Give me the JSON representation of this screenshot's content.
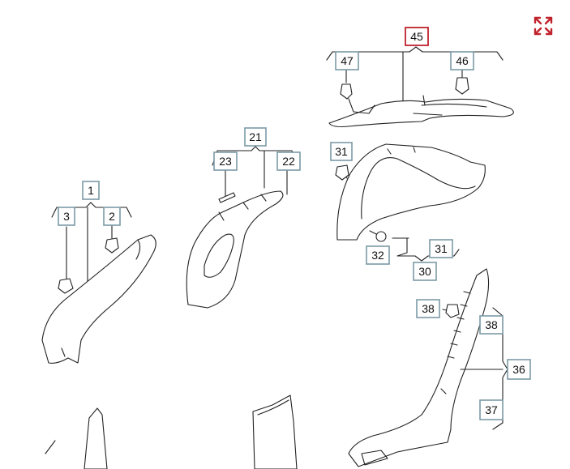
{
  "colors": {
    "label_border": "#7b9aa6",
    "label_border_selected": "#c0222c",
    "expand_icon": "#c0222c"
  },
  "labels": {
    "l45": "45",
    "l47": "47",
    "l46": "46",
    "l21": "21",
    "l23": "23",
    "l22": "22",
    "l31a": "31",
    "l1": "1",
    "l3": "3",
    "l2": "2",
    "l32": "32",
    "l31b": "31",
    "l30": "30",
    "l38a": "38",
    "l38b": "38",
    "l36": "36",
    "l37": "37"
  },
  "toolbar": {
    "expand_icon": "expand-arrows-icon"
  }
}
